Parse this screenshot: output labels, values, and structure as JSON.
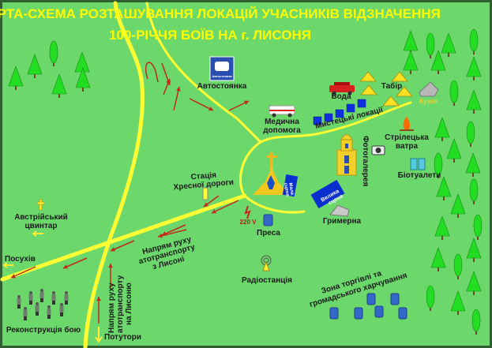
{
  "title": {
    "line1": "КАРТА-СХЕМА РОЗТАШУВАННЯ ЛОКАЦІЙ УЧАСНИКІВ ВІДЗНАЧЕННЯ",
    "line2": "100-РІЧЧЯ БОЇВ НА г. ЛИСОНЯ"
  },
  "labels": {
    "parking": "Автостоянка",
    "parking_sign": "Автостоянка",
    "water": "Вода",
    "camp": "Табір",
    "kitchen": "Кухня",
    "medical_1": "Медична",
    "medical_2": "допомога",
    "art_locations": "Мистецькі локації",
    "rifle_fire_1": "Стрілецька",
    "rifle_fire_2": "ватра",
    "photo_gallery": "Фотогалерея",
    "toilets": "Біотуалети",
    "small_stage_1": "Мала",
    "small_stage_2": "сцена",
    "big_stage_1": "Велика",
    "big_stage_2": "сцена",
    "dressing_room": "Гримерна",
    "stations_1": "Стація",
    "stations_2": "Хресної дороги",
    "power": "220 V",
    "press": "Преса",
    "austrian_cemetery_1": "Австрійський",
    "austrian_cemetery_2": "цвинтар",
    "posukhiv": "Посухів",
    "from_lysonia_1": "Напрям руху",
    "from_lysonia_2": "атотранспорту",
    "from_lysonia_3": "з Лисоні",
    "to_lysonia_1": "Напрям руху",
    "to_lysonia_2": "атотранспорту",
    "to_lysonia_3": "на Лисоню",
    "radio": "Радіостанція",
    "trade_1": "Зона торгівлі та",
    "trade_2": "громадського харчування",
    "reenactment": "Реконструкція бою",
    "potutory": "Потутори"
  },
  "colors": {
    "background": "#6cd86c",
    "road": "#ffff33",
    "arrow": "#c0291b",
    "title": "#ffff00",
    "stage": "#0a2fd0"
  }
}
